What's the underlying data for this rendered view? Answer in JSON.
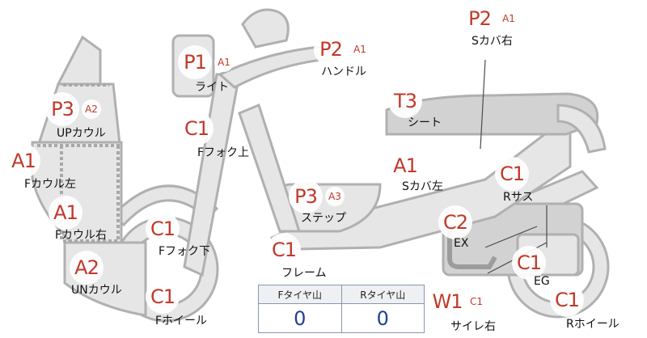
{
  "parts": {
    "light": {
      "grade": "P1",
      "sub": "A1",
      "name": "ライト"
    },
    "handle": {
      "grade": "P2",
      "sub": "A1",
      "name": "ハンドル"
    },
    "side_cover_right": {
      "grade": "P2",
      "sub": "A1",
      "name": "Sカバ右"
    },
    "up_cowl": {
      "grade": "P3",
      "sub": "A2",
      "name": "UPカウル"
    },
    "seat": {
      "grade": "T3",
      "sub": "",
      "name": "シート"
    },
    "front_fork_upper": {
      "grade": "C1",
      "sub": "",
      "name": "Fフォク上"
    },
    "front_cowl_left": {
      "grade": "A1",
      "sub": "",
      "name": "Fカウル左"
    },
    "side_cover_left": {
      "grade": "A1",
      "sub": "",
      "name": "Sカバ左"
    },
    "rear_suspension": {
      "grade": "C1",
      "sub": "",
      "name": "Rサス"
    },
    "front_cowl_right": {
      "grade": "A1",
      "sub": "",
      "name": "Fカウル右"
    },
    "step": {
      "grade": "P3",
      "sub": "A3",
      "name": "ステップ"
    },
    "exhaust": {
      "grade": "C2",
      "sub": "",
      "name": "EX"
    },
    "front_fork_lower": {
      "grade": "C1",
      "sub": "",
      "name": "Fフォク下"
    },
    "under_cowl": {
      "grade": "A2",
      "sub": "",
      "name": "UNカウル"
    },
    "frame": {
      "grade": "C1",
      "sub": "",
      "name": "フレーム"
    },
    "engine": {
      "grade": "C1",
      "sub": "",
      "name": "EG"
    },
    "front_wheel": {
      "grade": "C1",
      "sub": "",
      "name": "Fホイール"
    },
    "silencer_right": {
      "grade": "W1",
      "sub": "C1",
      "name": "サイレ右"
    },
    "rear_wheel": {
      "grade": "C1",
      "sub": "",
      "name": "Rホイール"
    }
  },
  "tire_table": {
    "front_label": "Fタイヤ山",
    "rear_label": "Rタイヤ山",
    "front_value": "0",
    "rear_value": "0"
  }
}
